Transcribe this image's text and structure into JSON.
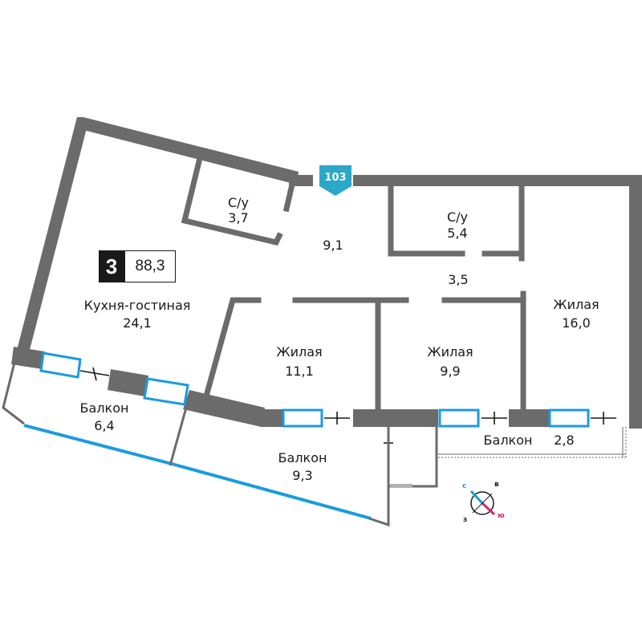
{
  "apartment": {
    "rooms_count": "3",
    "total_area": "88,3",
    "number": "103"
  },
  "rooms": [
    {
      "key": "bath1",
      "name": "С/у",
      "area": "3,7"
    },
    {
      "key": "kitchen",
      "name": "Кухня-гостиная",
      "area": "24,1"
    },
    {
      "key": "hall",
      "name": "",
      "area": "9,1"
    },
    {
      "key": "bath2",
      "name": "С/у",
      "area": "5,4"
    },
    {
      "key": "corridor",
      "name": "",
      "area": "3,5"
    },
    {
      "key": "living1",
      "name": "Жилая",
      "area": "11,1"
    },
    {
      "key": "living2",
      "name": "Жилая",
      "area": "9,9"
    },
    {
      "key": "living3",
      "name": "Жилая",
      "area": "16,0"
    },
    {
      "key": "balcony1",
      "name": "Балкон",
      "area": "6,4"
    },
    {
      "key": "balcony2",
      "name": "Балкон",
      "area": "9,3"
    },
    {
      "key": "balcony3",
      "name": "Балкон",
      "area": "2,8"
    }
  ],
  "compass": {
    "north": "с",
    "east": "в",
    "south": "ю",
    "west": "з",
    "north_color": "#1b9be0",
    "south_color": "#d6256e"
  },
  "colors": {
    "wall": "#6b6b6b",
    "window": "#1b9be0",
    "badge": "#2aa7c9"
  }
}
